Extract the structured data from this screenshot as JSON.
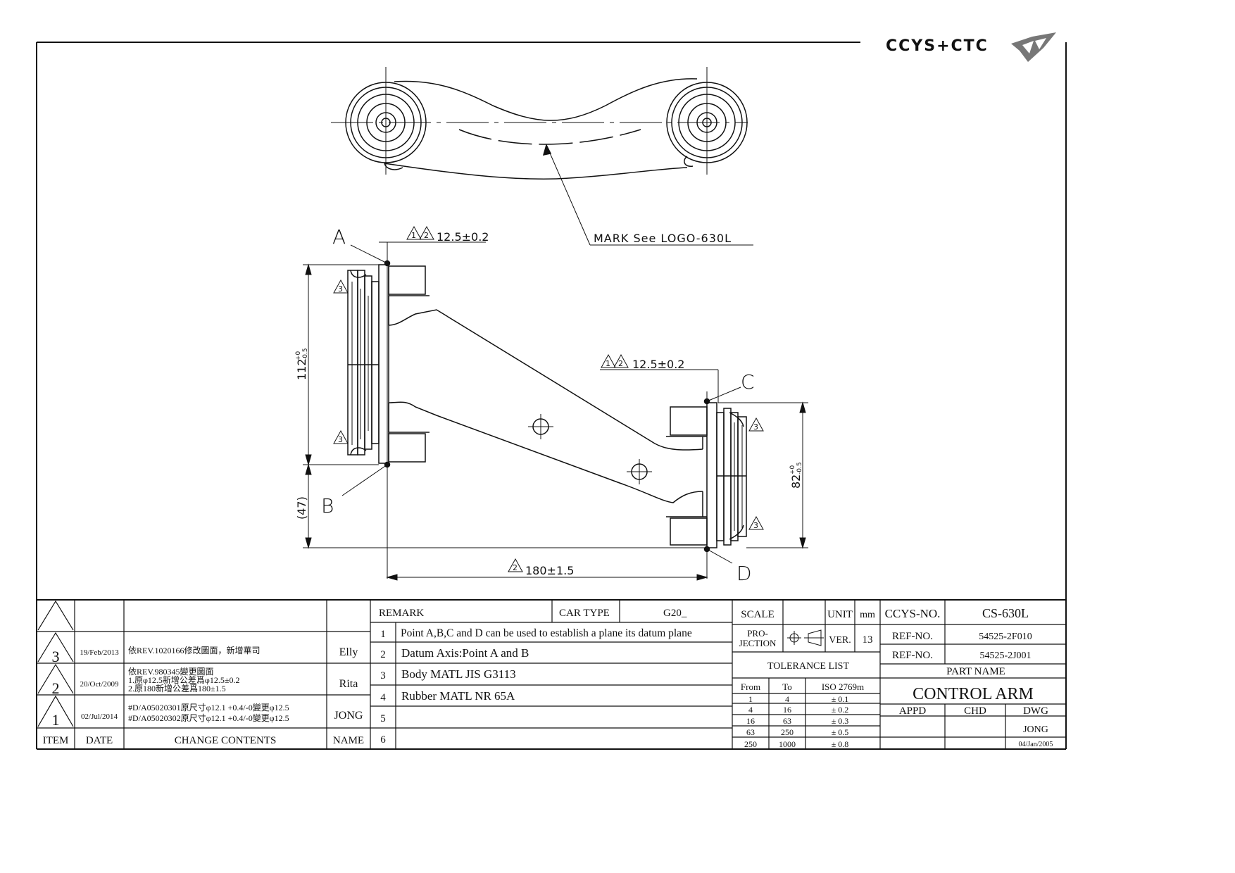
{
  "brand": {
    "logo_text": "CCYS+CTC"
  },
  "drawing": {
    "callouts": {
      "mark_note": "MARK See LOGO-630L",
      "point_a": "A",
      "point_b": "B",
      "point_c": "C",
      "point_d": "D"
    },
    "dimensions": {
      "top_left_note_markers": [
        "1",
        "2"
      ],
      "top_left_note": "12.5±0.2",
      "right_note_markers": [
        "1",
        "2"
      ],
      "right_note": "12.5±0.2",
      "left_height": "112",
      "left_height_tol_upper": "+0",
      "left_height_tol_lower": "-0.5",
      "left_lower_ref": "(47)",
      "right_height": "82",
      "right_height_tol_upper": "+0",
      "right_height_tol_lower": "-0.5",
      "bottom_marker": "2",
      "bottom_span": "180±1.5",
      "weld_markers": [
        "3",
        "3",
        "3",
        "3"
      ]
    }
  },
  "revisions": {
    "header": {
      "item": "ITEM",
      "date": "DATE",
      "contents": "CHANGE CONTENTS",
      "name": "NAME"
    },
    "rows": [
      {
        "item": "3",
        "date": "19/Feb/2013",
        "contents": [
          "依REV.1020166修改圖面，新增華司"
        ],
        "name": "Elly"
      },
      {
        "item": "2",
        "date": "20/Oct/2009",
        "contents": [
          "依REV.980345變更圖面",
          "1.原φ12.5新增公差爲φ12.5±0.2",
          "2.原180新增公差爲180±1.5"
        ],
        "name": "Rita"
      },
      {
        "item": "1",
        "date": "02/Jul/2014",
        "contents": [
          "#D/A05020301原尺寸φ12.1 +0.4/-0變更φ12.5",
          "#D/A05020302原尺寸φ12.1 +0.4/-0變更φ12.5"
        ],
        "name": "JONG"
      }
    ]
  },
  "remarks": {
    "header": "REMARK",
    "car_type_label": "CAR TYPE",
    "car_type_value": "G20_",
    "items": [
      {
        "no": "1",
        "text": "Point A,B,C and D can be used to establish a plane its datum plane"
      },
      {
        "no": "2",
        "text": "Datum Axis:Point A and B"
      },
      {
        "no": "3",
        "text": "Body MATL JIS G3113"
      },
      {
        "no": "4",
        "text": "Rubber MATL NR 65A"
      },
      {
        "no": "5",
        "text": ""
      },
      {
        "no": "6",
        "text": ""
      }
    ]
  },
  "specs": {
    "scale_label": "SCALE",
    "scale_value": "",
    "unit_label": "UNIT",
    "unit_value": "mm",
    "projection_label_1": "PRO-",
    "projection_label_2": "JECTION",
    "ver_label": "VER.",
    "ver_value": "13",
    "tolerance_title": "TOLERANCE LIST",
    "tolerance_headers": [
      "From",
      "To",
      "ISO 2769m"
    ],
    "tolerance_rows": [
      [
        "1",
        "4",
        "± 0.1"
      ],
      [
        "4",
        "16",
        "± 0.2"
      ],
      [
        "16",
        "63",
        "± 0.3"
      ],
      [
        "63",
        "250",
        "± 0.5"
      ],
      [
        "250",
        "1000",
        "± 0.8"
      ]
    ]
  },
  "title_block": {
    "ccys_no_label": "CCYS-NO.",
    "ccys_no": "CS-630L",
    "ref_no_label": "REF-NO.",
    "ref_no_1": "54525-2F010",
    "ref_no_2": "54525-2J001",
    "part_name_label": "PART NAME",
    "part_name": "CONTROL ARM",
    "appd_label": "APPD",
    "chd_label": "CHD",
    "dwg_label": "DWG",
    "drawn_by": "JONG",
    "drawn_date": "04/Jan/2005"
  }
}
